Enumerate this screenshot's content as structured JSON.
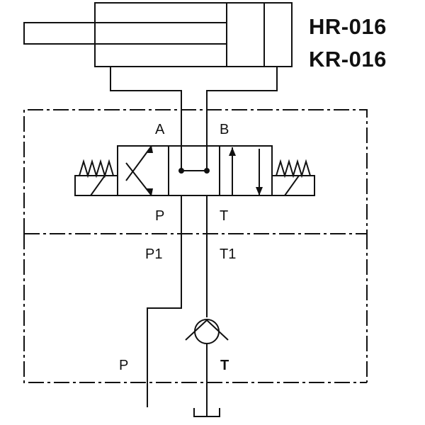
{
  "title_lines": [
    "HR-016",
    "KR-016"
  ],
  "ports": {
    "valve_a": "A",
    "valve_b": "B",
    "valve_p": "P",
    "valve_t": "T",
    "inner_p1": "P1",
    "inner_t1": "T1",
    "main_p": "P",
    "main_t": "T"
  },
  "colors": {
    "line": "#111111",
    "background": "#ffffff"
  }
}
